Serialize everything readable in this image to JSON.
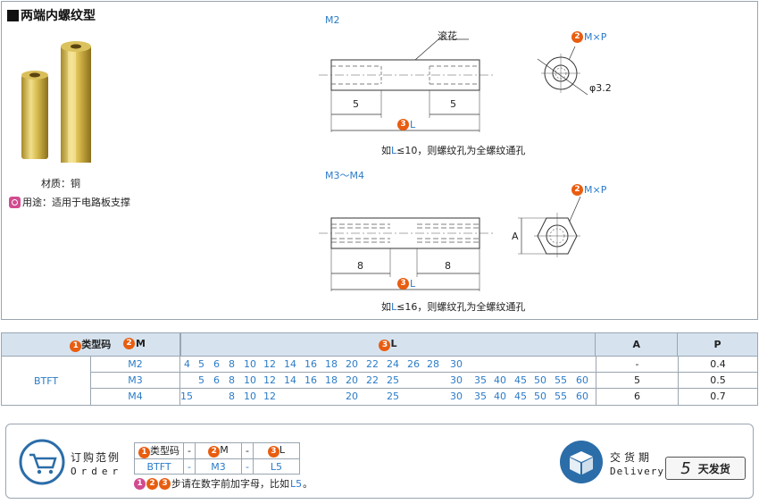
{
  "header": {
    "title": "两端内螺纹型"
  },
  "product": {
    "material": "材质：铜",
    "usage_icon": "circle-icon",
    "usage": "用途：适用于电路板支撑"
  },
  "diagram_m2": {
    "label": "M2",
    "callout": "滚花",
    "dim_left": "5",
    "dim_right": "5",
    "L_num": "3",
    "L_label": "L",
    "P_num": "2",
    "P_label": "M×P",
    "hole": "φ3.2",
    "note_prefix": "如",
    "note_L": "L",
    "note_rest": "≤10，则螺纹孔为全螺纹通孔"
  },
  "diagram_m3": {
    "label": "M3～M4",
    "dim_left": "8",
    "dim_right": "8",
    "A_label": "A",
    "L_num": "3",
    "L_label": "L",
    "P_num": "2",
    "P_label": "M×P",
    "note_prefix": "如",
    "note_L": "L",
    "note_rest": "≤16，则螺纹孔为全螺纹通孔"
  },
  "table": {
    "headers": [
      {
        "num": "1",
        "label": "类型码"
      },
      {
        "num": "2",
        "label": "M"
      },
      {
        "num": "3",
        "label": "L"
      },
      {
        "num": "",
        "label": "A"
      },
      {
        "num": "",
        "label": "P"
      }
    ],
    "type_code": "BTFT",
    "rows": [
      {
        "m": "M2",
        "l": [
          "4",
          "5",
          "6",
          "8",
          "10",
          "12",
          "14",
          "16",
          "18",
          "20",
          "22",
          "24",
          "26",
          "28",
          "30"
        ],
        "a": "-",
        "p": "0.4"
      },
      {
        "m": "M3",
        "l": [
          "5",
          "6",
          "8",
          "10",
          "12",
          "14",
          "16",
          "18",
          "20",
          "22",
          "25",
          "30",
          "35",
          "40",
          "45",
          "50",
          "55",
          "60"
        ],
        "a": "5",
        "p": "0.5"
      },
      {
        "m": "M4",
        "l": [
          "8",
          "10",
          "12",
          "15",
          "20",
          "25",
          "30",
          "35",
          "40",
          "45",
          "50",
          "55",
          "60"
        ],
        "a": "6",
        "p": "0.7"
      }
    ]
  },
  "order": {
    "icon": "cart-icon",
    "title": "订购范例",
    "title_en": "Order",
    "cols": [
      {
        "num": "1",
        "label": "类型码"
      },
      {
        "label": "-"
      },
      {
        "num": "2",
        "label": "M"
      },
      {
        "label": "-"
      },
      {
        "num": "3",
        "label": "L"
      }
    ],
    "values": [
      "BTFT",
      "-",
      "M3",
      "-",
      "L5"
    ],
    "note_nums": [
      "1",
      "2",
      "3"
    ],
    "note": "步请在数字前加字母，比如",
    "note_ex": "L5",
    "note_end": "。"
  },
  "delivery": {
    "icon": "delivery-box-icon",
    "title": "交货期",
    "title_en": "Delivery",
    "days": "5",
    "days_label": "天发货"
  },
  "colors": {
    "accent": "#2b7cc8",
    "orange": "#e85d10",
    "header_bg": "#d6e3ef"
  }
}
